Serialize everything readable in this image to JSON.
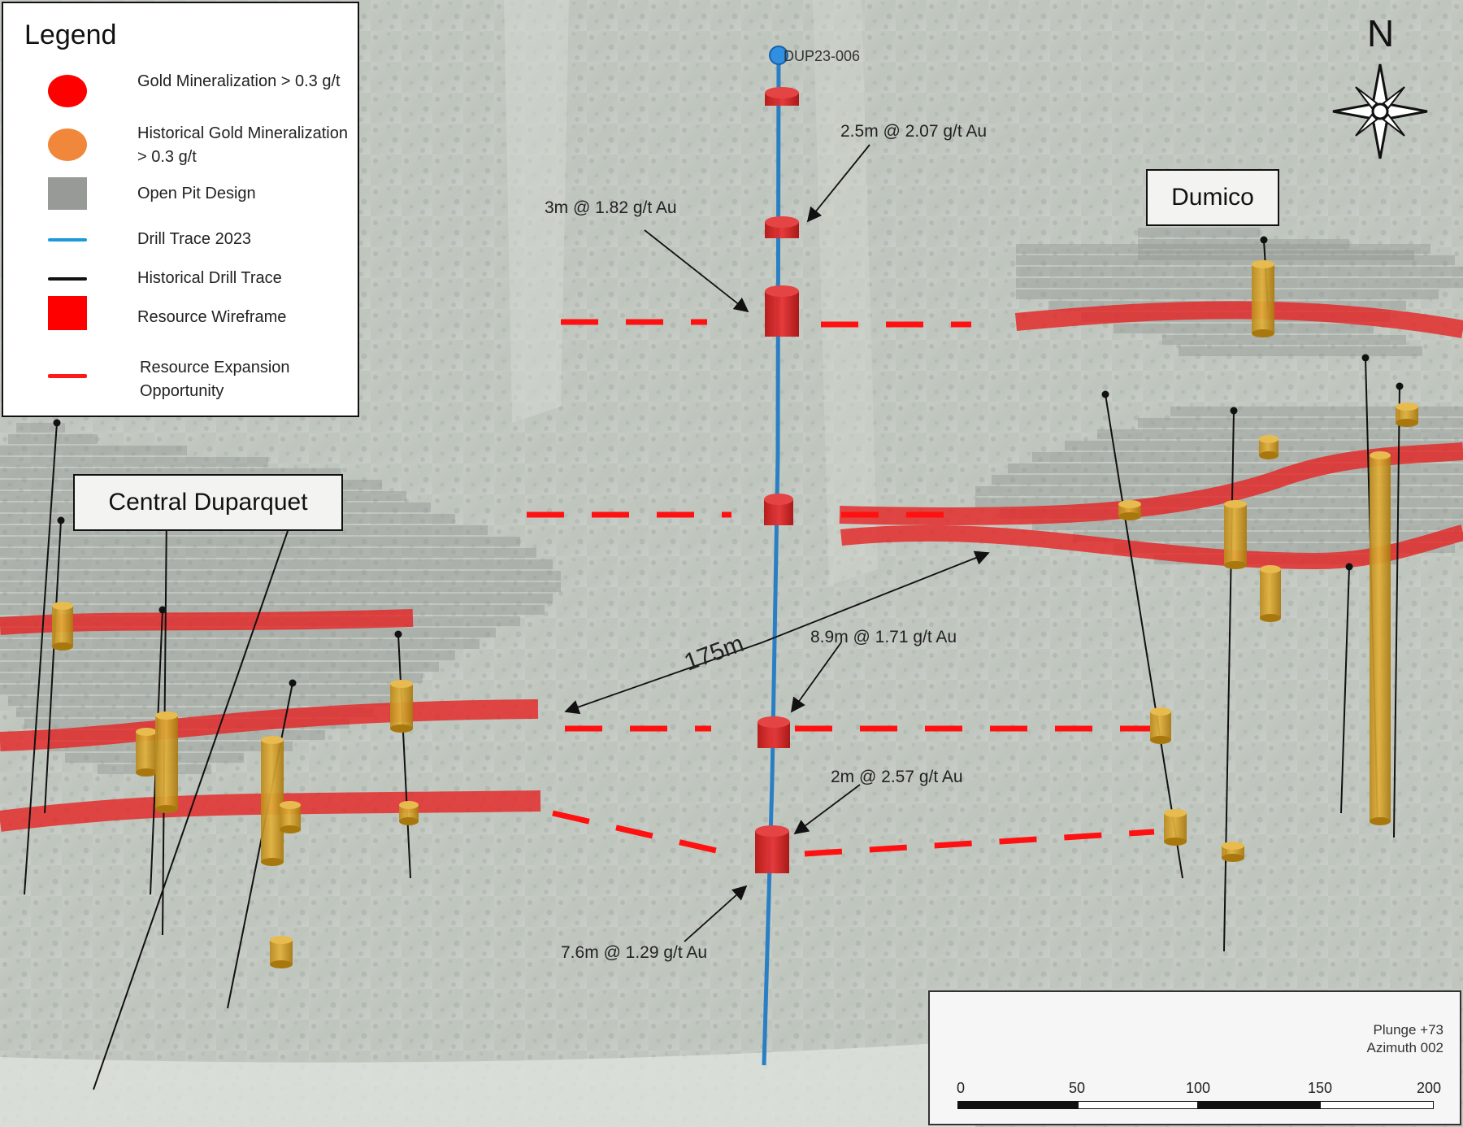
{
  "legend": {
    "title": "Legend",
    "items": [
      {
        "label": "Gold Mineralization > 0.3 g/t",
        "color": "#ff0000",
        "symbol": "ellipse"
      },
      {
        "label": "Historical Gold Mineralization > 0.3 g/t",
        "color": "#f0873a",
        "symbol": "ellipse"
      },
      {
        "label": "Open Pit Design",
        "color": "#979a96",
        "symbol": "gray-square"
      },
      {
        "label": "Drill Trace 2023",
        "color": "#1a9ad6",
        "symbol": "line"
      },
      {
        "label": "Historical Drill Trace",
        "color": "#111111",
        "symbol": "line"
      },
      {
        "label": "Resource Wireframe",
        "color": "#ff0000",
        "symbol": "square"
      },
      {
        "label": "Resource Expansion Opportunity",
        "color": "#ff1a1a",
        "symbol": "line"
      }
    ]
  },
  "north_label": "N",
  "deposits": {
    "central": "Central Duparquet",
    "dumico": "Dumico"
  },
  "drill_hole": "DUP23-006",
  "intercepts": [
    "2.5m @ 2.07 g/t Au",
    "3m @ 1.82 g/t Au",
    "8.9m @ 1.71 g/t Au",
    "2m @ 2.57 g/t Au",
    "7.6m @ 1.29 g/t Au"
  ],
  "distance_label": "175m",
  "view": {
    "plunge": "Plunge +73",
    "azimuth": "Azimuth 002"
  },
  "scale_bar": {
    "ticks": [
      "0",
      "50",
      "100",
      "150",
      "200"
    ]
  },
  "colors": {
    "mineralization": "#e11b1b",
    "historical": "#d9a52a",
    "drill_2023": "#2a7fc4",
    "expansion": "#ff1111",
    "wireframe": "#e51f1f",
    "pit": "#8f938e"
  }
}
